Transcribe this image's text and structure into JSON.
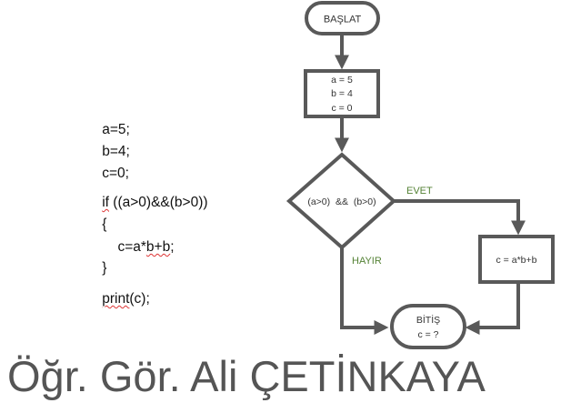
{
  "code": {
    "lines": [
      {
        "pre": "a=5;",
        "sq": "",
        "post": ""
      },
      {
        "pre": "b=4;",
        "sq": "",
        "post": ""
      },
      {
        "pre": "c=0;",
        "sq": "",
        "post": ""
      },
      {
        "pre": "",
        "sq": "if",
        "post": " ((a>0)&&(b>0))"
      },
      {
        "pre": "{",
        "sq": "",
        "post": ""
      },
      {
        "pre": "    c=a*",
        "sq": "b+b",
        "post": ";"
      },
      {
        "pre": "}",
        "sq": "",
        "post": ""
      },
      {
        "pre": "",
        "sq": "print",
        "post": "(c);"
      }
    ]
  },
  "flowchart": {
    "start_label": "BAŞLAT",
    "assign_lines": [
      "a = 5",
      "b = 4",
      "c = 0"
    ],
    "decision_label": "(a>0)  &&  (b>0)",
    "yes_label": "EVET",
    "no_label": "HAYIR",
    "process_label": "c = a*b+b",
    "end_lines": [
      "BİTİŞ",
      "c = ?"
    ]
  },
  "colors": {
    "shape_stroke": "#595959",
    "branch_label": "#548235",
    "text": "#333333"
  },
  "footer": "Öğr. Gör. Ali ÇETİNKAYA"
}
